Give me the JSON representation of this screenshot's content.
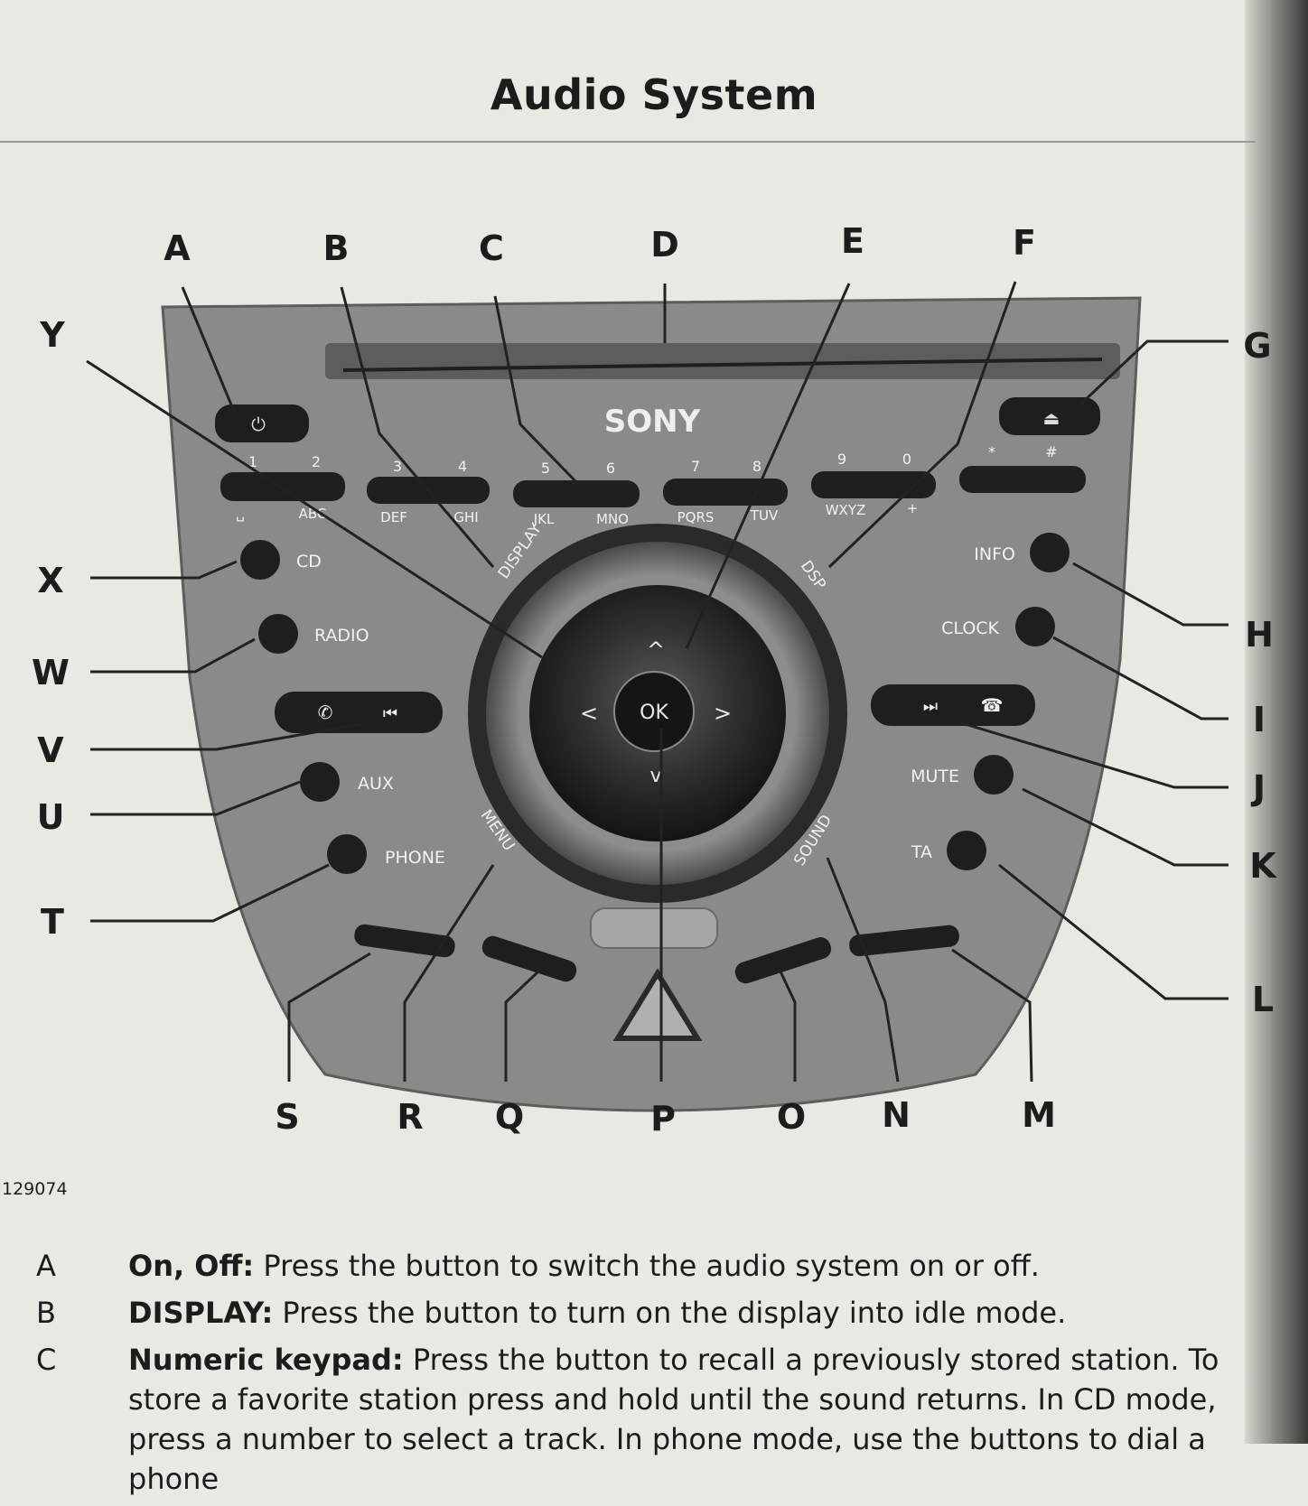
{
  "page": {
    "title": "Audio System",
    "figure_id": "129074"
  },
  "callouts": [
    "A",
    "B",
    "C",
    "D",
    "E",
    "F",
    "G",
    "H",
    "I",
    "J",
    "K",
    "L",
    "M",
    "N",
    "O",
    "P",
    "Q",
    "R",
    "S",
    "T",
    "U",
    "V",
    "W",
    "X",
    "Y"
  ],
  "panel": {
    "brand": "SONY",
    "keypad_top": [
      "1",
      "2",
      "3",
      "4",
      "5",
      "6",
      "7",
      "8",
      "9",
      "0",
      "*",
      "#"
    ],
    "keypad_bottom": [
      "␣",
      "ABC",
      "DEF",
      "GHI",
      "JKL",
      "MNO",
      "PQRS",
      "TUV",
      "WXYZ",
      "+"
    ],
    "left_labels": {
      "cd": "CD",
      "radio": "RADIO",
      "aux": "AUX",
      "phone": "PHONE"
    },
    "right_labels": {
      "info": "INFO",
      "clock": "CLOCK",
      "mute": "MUTE",
      "ta": "TA"
    },
    "ring_labels": {
      "display": "DISPLAY",
      "dsp": "DSP",
      "menu": "MENU",
      "sound": "SOUND"
    },
    "center": {
      "ok": "OK",
      "up": "^",
      "left": "<",
      "right": ">",
      "down": "v"
    },
    "icons": {
      "power": "power-icon",
      "eject": "eject-icon",
      "prev": "previous-track-icon",
      "next": "next-track-icon",
      "phone": "phone-icon",
      "hangup": "hang-up-icon",
      "hazard": "hazard-icon"
    }
  },
  "legend": [
    {
      "key": "A",
      "term": "On, Off:",
      "text": " Press the button to switch the audio system on or off."
    },
    {
      "key": "B",
      "term": "DISPLAY:",
      "text": " Press the button to turn on the display into idle mode."
    },
    {
      "key": "C",
      "term": "Numeric keypad:",
      "text": " Press the button to recall a previously stored station. To store a favorite station press and hold until the sound returns. In CD mode, press a number to select a track. In phone mode, use the buttons to dial a phone"
    }
  ]
}
